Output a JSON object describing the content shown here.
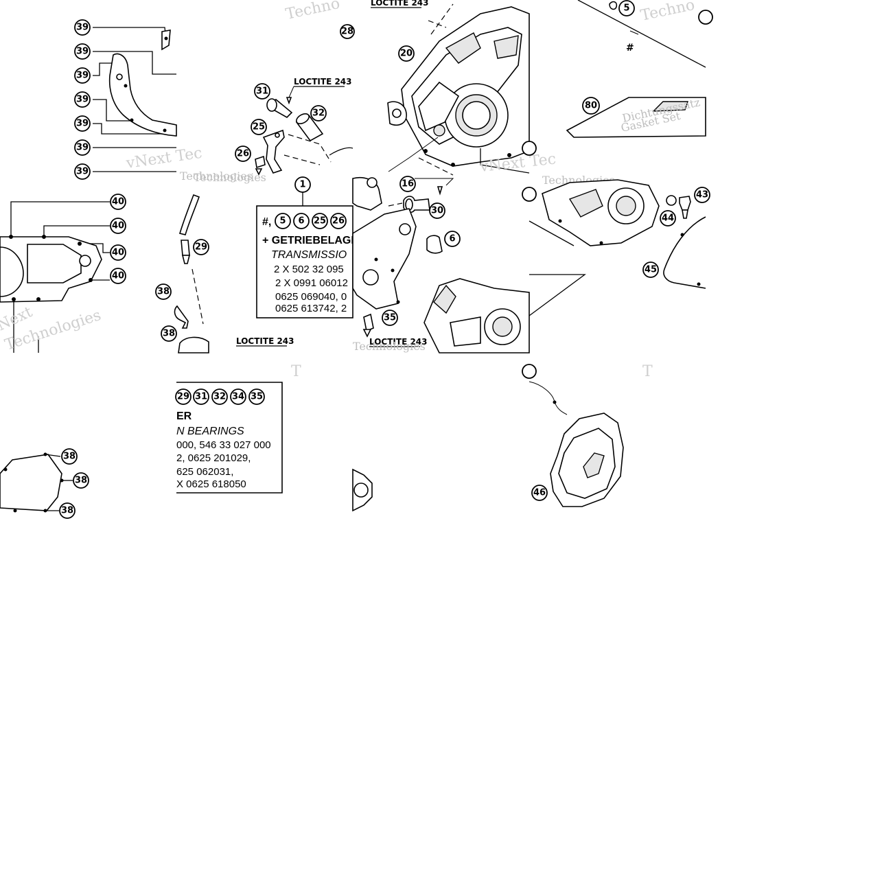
{
  "diagram": {
    "callouts": {
      "c1": "1",
      "c5": "5",
      "c6": "6",
      "c16": "16",
      "c20": "20",
      "c25": "25",
      "c26": "26",
      "c28": "28",
      "c29": "29",
      "c30": "30",
      "c31": "31",
      "c32": "32",
      "c35": "35",
      "c38": "38",
      "c39": "39",
      "c40": "40",
      "c43": "43",
      "c44": "44",
      "c45": "45",
      "c46": "46",
      "c80": "80"
    },
    "loctite_label": "LOCTITE 243",
    "hash_mark": "#",
    "watermarks": {
      "vnext_tec": "vNext Tec",
      "vnext": "vNext",
      "techno": "Techno",
      "technologies": "Technologies",
      "next": "Next",
      "tech_t": "T"
    },
    "kit_box": {
      "line1_prefix": "#,",
      "callouts_row1": [
        "5",
        "6",
        "25",
        "26"
      ],
      "callouts_row2": [
        "29",
        "31",
        "32",
        "34",
        "35"
      ],
      "line2_left": "+ GETRIEBELAGE",
      "line2_right": "ER",
      "line3_left": "TRANSMISSIO",
      "line3_right": "N BEARINGS",
      "line4_left": "2 X 502 32 095",
      "line4_right": "000, 546 33 027 000",
      "line5_left": "2 X 0991 06012",
      "line5_right": "2, 0625 201029,",
      "line6_left": "0625 069040, 0",
      "line6_right": "625 062031,",
      "line7_left": "0625 613742, 2",
      "line7_right": "X 0625 618050"
    },
    "manual_box_text": [
      "Dichtungssatz",
      "Gasket Set"
    ]
  }
}
